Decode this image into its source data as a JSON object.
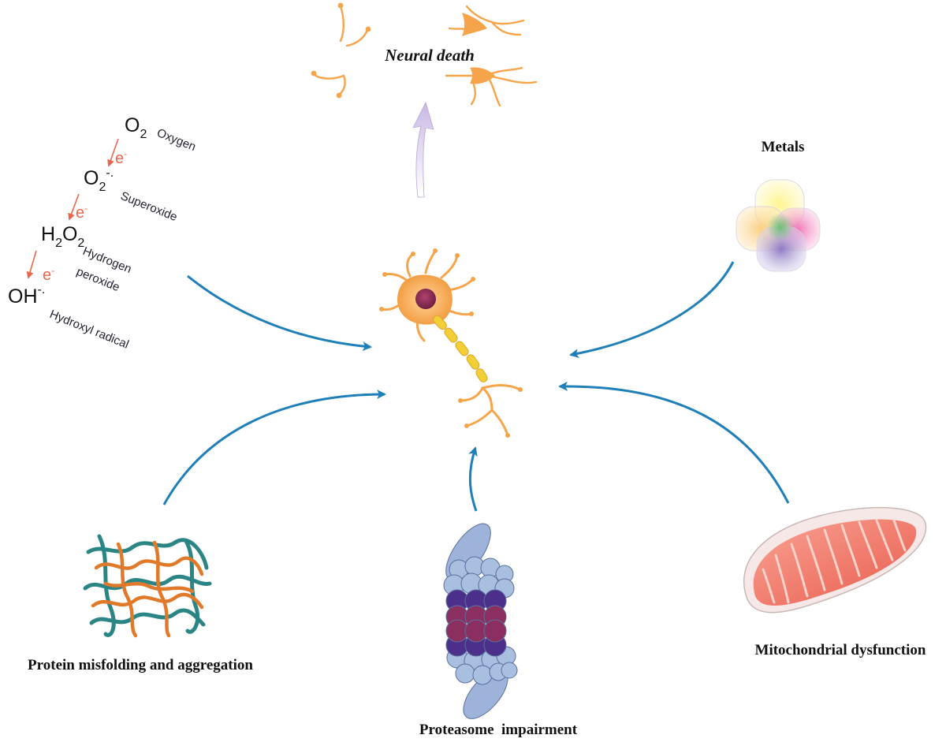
{
  "center": {
    "label": ""
  },
  "outcome": {
    "label": "Neural death"
  },
  "factors": {
    "metals": "Metals",
    "protein": "Protein misfolding and aggregation",
    "proteasome": "Proteasome  impairment",
    "mitochondria": "Mitochondrial dysfunction"
  },
  "ros": {
    "electron": "e",
    "electron_sup": "-",
    "steps": [
      {
        "formula": "O",
        "sub": "2",
        "sup": "",
        "name_lines": [
          "Oxygen"
        ]
      },
      {
        "formula": "O",
        "sub": "2",
        "sup": "-.",
        "name_lines": [
          "Superoxide"
        ]
      },
      {
        "formula": "H",
        "sub": "2",
        "formula2": "O",
        "sub2": "2",
        "sup": "",
        "name_lines": [
          "Hydrogen",
          "peroxide"
        ]
      },
      {
        "formula": "OH",
        "sub": "",
        "sup": "-.",
        "name_lines": [
          "Hydroxyl radical"
        ]
      }
    ]
  },
  "colors": {
    "arrow": "#1f7fb8",
    "neuron": "#f6a44a",
    "myelin": "#f2cf36",
    "electron_arrow": "#e8684f",
    "death_arrow": "#cdbde6"
  }
}
